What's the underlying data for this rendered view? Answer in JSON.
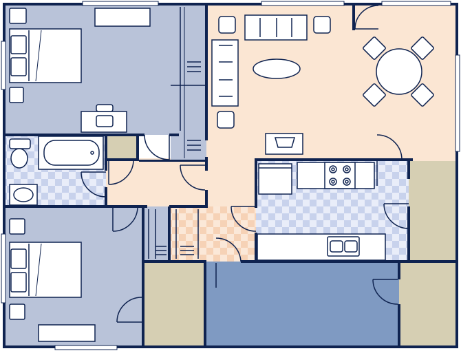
{
  "plan": {
    "colors": {
      "background": "#ffffff",
      "wall": "#0f2350",
      "bedroom": "#b9c3d9",
      "living": "#fbe6d3",
      "tile_a": "#c8d2ec",
      "tile_b": "#e9edf9",
      "tile_warm_a": "#f6d2b6",
      "tile_warm_b": "#fbe8d8",
      "closet": "#d6cfb3",
      "garage": "#7f9ac2",
      "furniture": "#ffffff",
      "line": "#0f2350"
    },
    "rooms": [
      "bedroom-top",
      "bedroom-bottom",
      "living-area",
      "bathroom",
      "hallway",
      "kitchen",
      "garage",
      "closet-hall",
      "closet-bedroom-bottom",
      "closet-right-upper",
      "closet-right-lower"
    ],
    "fixtures": [
      "bed-icon",
      "desk-icon",
      "sofa-icon",
      "armchair-icon",
      "coffee-table-icon",
      "dining-table-icon",
      "dining-chair-icon",
      "kitchen-island-icon",
      "stove-icon",
      "kitchen-sink-icon",
      "bathtub-icon",
      "toilet-icon",
      "bathroom-sink-icon",
      "refrigerator-icon",
      "dresser-icon",
      "closet-rod-icon"
    ]
  }
}
